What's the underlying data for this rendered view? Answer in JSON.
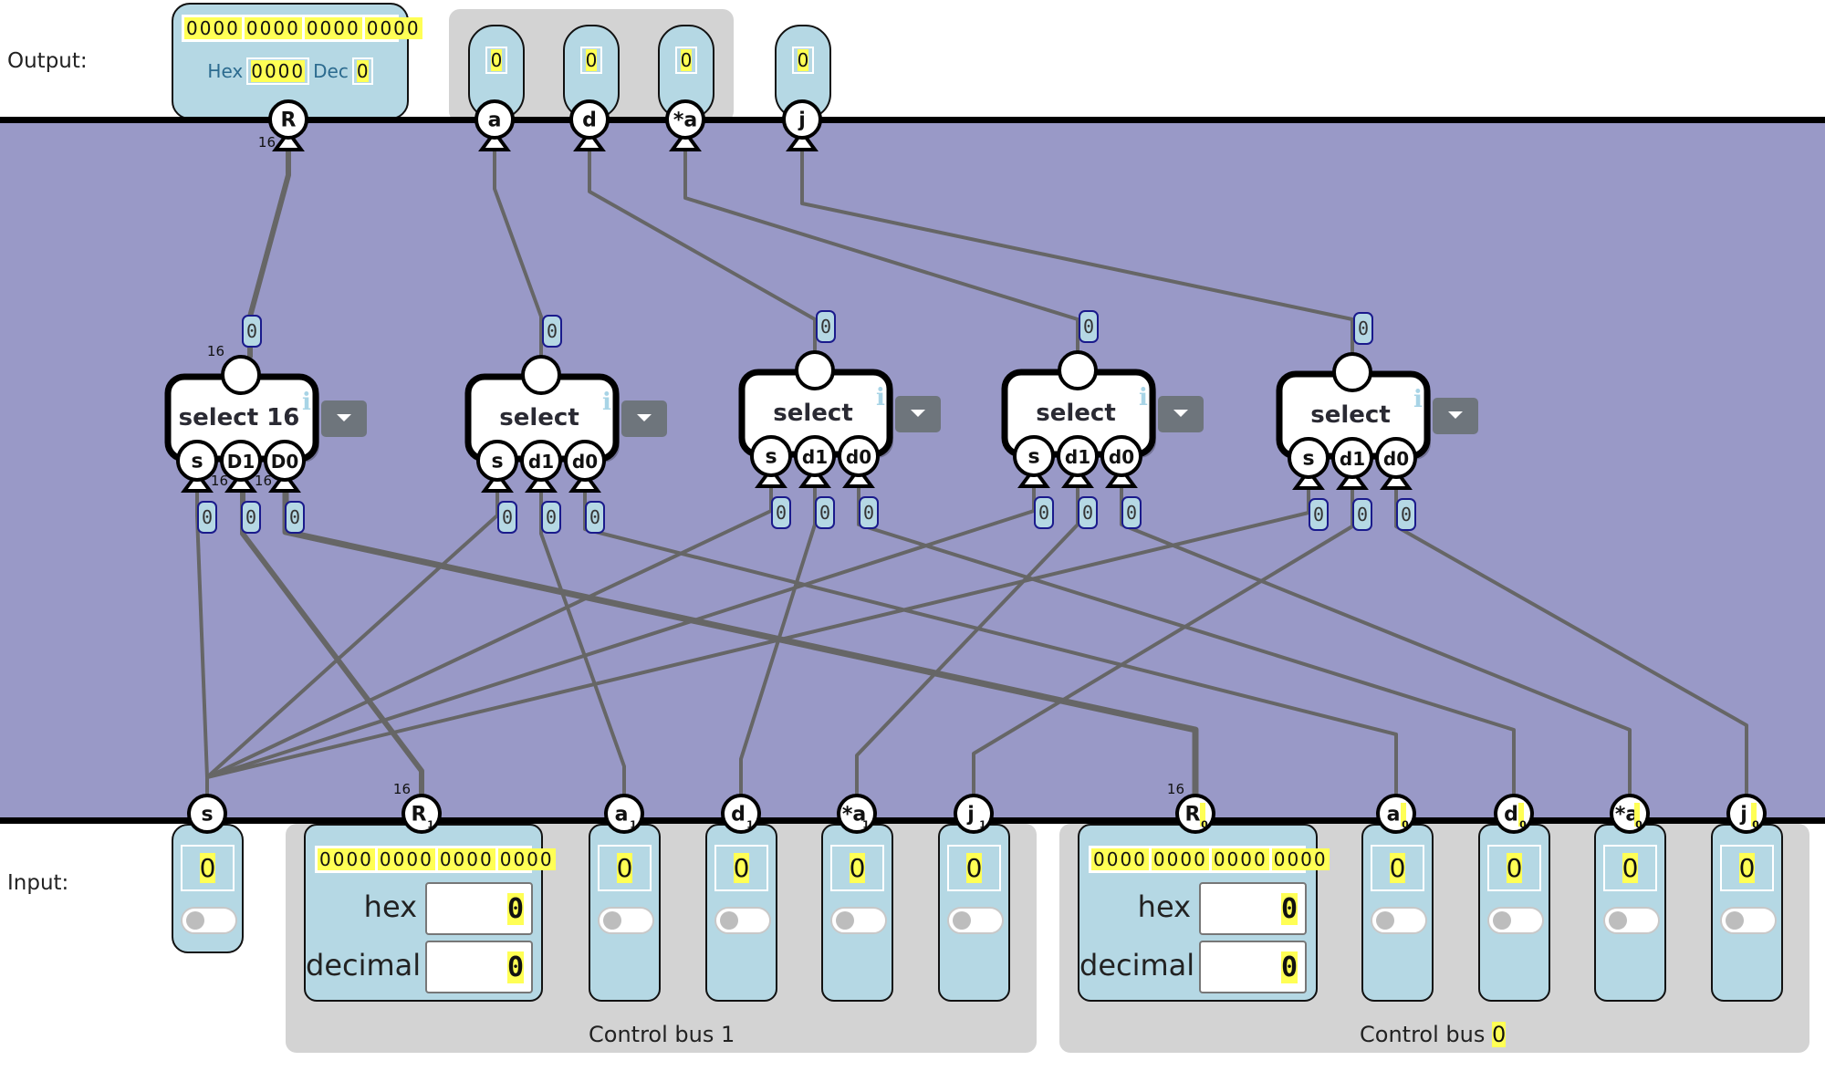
{
  "labels": {
    "output": "Output:",
    "input": "Input:"
  },
  "colors": {
    "canvas": "#9999c7",
    "wire": "#666666",
    "io_box": "#b5d8e4",
    "value_highlight": "#ffff55",
    "group": "#d3d3d3",
    "dropdown": "#6e757c",
    "info_icon": "#a8d4e6",
    "probe_border": "#1a1a8c",
    "probe_fill": "#b5d8e4"
  },
  "outputs": {
    "R": {
      "pin": "R",
      "width_label": "16",
      "bits": [
        "0000",
        "0000",
        "0000",
        "0000"
      ],
      "hex_label": "Hex",
      "hex": "0000",
      "dec_label": "Dec",
      "dec": "0"
    },
    "a": {
      "pin": "a",
      "value": "0"
    },
    "d": {
      "pin": "d",
      "value": "0"
    },
    "star_a": {
      "pin": "*a",
      "value": "0"
    },
    "j": {
      "pin": "j",
      "value": "0"
    }
  },
  "selects": [
    {
      "title": "select 16",
      "pins": [
        "s",
        "D1",
        "D0"
      ],
      "out_width": "16",
      "in_widths": [
        "",
        "16",
        "16"
      ],
      "out_probe": "0",
      "in_probes": [
        "0",
        "0",
        "0"
      ]
    },
    {
      "title": "select",
      "pins": [
        "s",
        "d1",
        "d0"
      ],
      "out_width": "",
      "in_widths": [
        "",
        "",
        ""
      ],
      "out_probe": "0",
      "in_probes": [
        "0",
        "0",
        "0"
      ]
    },
    {
      "title": "select",
      "pins": [
        "s",
        "d1",
        "d0"
      ],
      "out_width": "",
      "in_widths": [
        "",
        "",
        ""
      ],
      "out_probe": "0",
      "in_probes": [
        "0",
        "0",
        "0"
      ]
    },
    {
      "title": "select",
      "pins": [
        "s",
        "d1",
        "d0"
      ],
      "out_width": "",
      "in_widths": [
        "",
        "",
        ""
      ],
      "out_probe": "0",
      "in_probes": [
        "0",
        "0",
        "0"
      ]
    },
    {
      "title": "select",
      "pins": [
        "s",
        "d1",
        "d0"
      ],
      "out_width": "",
      "in_widths": [
        "",
        "",
        ""
      ],
      "out_probe": "0",
      "in_probes": [
        "0",
        "0",
        "0"
      ]
    }
  ],
  "inputs": {
    "s": {
      "pin": "s",
      "value": "0",
      "toggle_on": false
    },
    "bus1": {
      "label": "Control bus 1",
      "R": {
        "pin": "R",
        "sub": "1",
        "width_label": "16",
        "bits": [
          "0000",
          "0000",
          "0000",
          "0000"
        ],
        "hex_label": "hex",
        "hex": "0",
        "decimal_label": "decimal",
        "decimal": "0"
      },
      "bits": [
        {
          "pin": "a",
          "sub": "1",
          "value": "0",
          "toggle_on": false
        },
        {
          "pin": "d",
          "sub": "1",
          "value": "0",
          "toggle_on": false
        },
        {
          "pin": "*a",
          "sub": "1",
          "value": "0",
          "toggle_on": false
        },
        {
          "pin": "j",
          "sub": "1",
          "value": "0",
          "toggle_on": false
        }
      ]
    },
    "bus0": {
      "label": "Control bus",
      "label_value": "0",
      "R": {
        "pin": "R",
        "sub": "0",
        "width_label": "16",
        "bits": [
          "0000",
          "0000",
          "0000",
          "0000"
        ],
        "hex_label": "hex",
        "hex": "0",
        "decimal_label": "decimal",
        "decimal": "0"
      },
      "bits": [
        {
          "pin": "a",
          "sub": "0",
          "value": "0",
          "toggle_on": false
        },
        {
          "pin": "d",
          "sub": "0",
          "value": "0",
          "toggle_on": false
        },
        {
          "pin": "*a",
          "sub": "0",
          "value": "0",
          "toggle_on": false
        },
        {
          "pin": "j",
          "sub": "0",
          "value": "0",
          "toggle_on": false
        }
      ]
    }
  }
}
